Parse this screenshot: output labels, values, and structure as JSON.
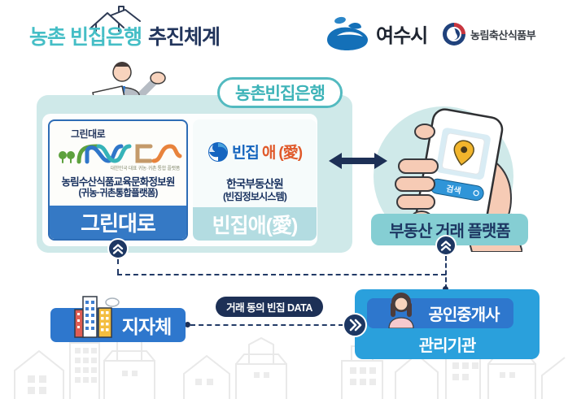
{
  "header": {
    "title_teal": "농촌 빈집은행",
    "title_navy": "추진체계",
    "yeosu_logo_text": "여수시",
    "mafra_logo_text": "농림축산식품부"
  },
  "bank_badge": {
    "label": "농촌빈집은행"
  },
  "green_card": {
    "logo_text": "그린대로",
    "logo_caption": "대한민국 대표 귀농·귀촌 통합 플랫폼",
    "org": "농림수산식품교육문화정보원",
    "org_sub": "(귀농·귀촌통합플랫폼)",
    "footer": "그린대로"
  },
  "binjip_card": {
    "logo_text_blue": "빈집",
    "logo_text_orange": "애",
    "logo_text_paren": "(愛)",
    "org": "한국부동산원",
    "org_sub": "(빈집정보시스템)",
    "footer": "빈집애(愛)"
  },
  "phone": {
    "search_button_label": "검색"
  },
  "platform_box": {
    "label": "부동산 거래 플랫폼"
  },
  "jijache_box": {
    "label": "지자체"
  },
  "data_pill": {
    "label": "거래 동의 빈집 DATA"
  },
  "agency_box": {
    "title": "공인중개사",
    "subtitle": "관리기관"
  },
  "icons": {
    "house-doodle-icon": "sketched house over title",
    "yeosu-logo-icon": "blue abstract Yeosu city mark",
    "mafra-logo-icon": "red/blue taegeuk government mark",
    "person-presenter-illustration": "man in grey suit holding paper",
    "greendaero-waves-icon": "multicolor ribbon logotype",
    "binjipae-swirl-icon": "blue swirl circle",
    "chevron-up-icon": "double chevron up in navy circle",
    "double-arrow-icon": "navy left-right arrow",
    "phone-in-hand-illustration": "hand holding phone with map pin and search button",
    "location-pin-icon": "yellow map pin",
    "buildings-icon": "colorful city buildings",
    "agent-person-icon": "female agent avatar",
    "double-chevron-right-icon": "double chevron right in navy circle",
    "skyline-background": "faint grey house outlines"
  },
  "colors": {
    "teal_accent": "#45bec6",
    "teal_panel": "#cfe9e9",
    "navy": "#22355c",
    "dark_navy": "#1d3056",
    "blue_footer": "#3579c5",
    "pale_teal_footer": "#b3dce1",
    "platform_teal": "#85ced3",
    "jijache_blue": "#2e77cd",
    "agency_blue": "#2aa0dc",
    "logo_blue": "#1565be",
    "logo_orange": "#e05a2b",
    "pin_yellow": "#f2b52c"
  }
}
